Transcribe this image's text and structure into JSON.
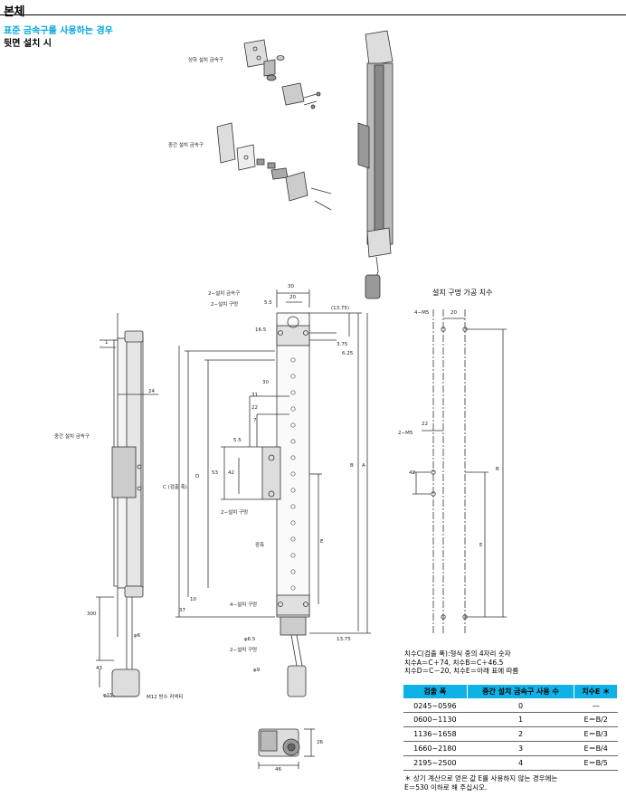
{
  "page": {
    "title": "본체",
    "subtitle": "표준 금속구를 사용하는 경우",
    "section": "뒷면 설치 시"
  },
  "callouts": {
    "top_bracket": "상하 설치 금속구",
    "mid_bracket": "중간 설치 금속구",
    "mid_bracket_side": "중간 설치 금속구",
    "hole_title": "설치 구멍 가공 치수",
    "two_bracket": "2−설치 금속구",
    "two_hole_top": "2−설치 구멍",
    "two_hole_mid": "2−설치 구멍",
    "four_hole": "4−설치 구멍",
    "two_hole_bot": "2−설치 구멍",
    "optical_axis": "광축",
    "detect_width": "C (검출 폭)",
    "connector": "M12 방수 커넥터",
    "m5_four": "4−M5",
    "m5_two": "2−M5"
  },
  "dims": {
    "d30": "30",
    "d20": "20",
    "d5_5": "5.5",
    "d16_5": "16.5",
    "d13_75a": "(13.75)",
    "d3_75": "3.75",
    "d6_25": "6.25",
    "d30b": "30",
    "d31": "31",
    "d22": "22",
    "d7": "7",
    "d5_5b": "5.5",
    "d53": "53",
    "d42": "42",
    "dD": "D",
    "dE": "E",
    "dB": "B",
    "dA": "A",
    "d10": "10",
    "d37": "37",
    "d6_5": "φ6.5",
    "d9": "φ9",
    "d13_75b": "13.75",
    "s1": "1",
    "s24": "24",
    "s300": "300",
    "s6": "φ6",
    "s43": "43",
    "s15": "φ15",
    "h20": "20",
    "h22": "22",
    "h42": "42",
    "hB": "B",
    "hE": "E",
    "c26": "26",
    "c46": "46"
  },
  "notes": {
    "line1": "치수C(검출 폭):형식 중의 4자리 숫자",
    "line2": "치수A＝C＋74, 치수B＝C＋46.5",
    "line3": "치수D＝C－20, 치수E＝아래 표에 따름"
  },
  "table": {
    "headers": [
      "검출 폭",
      "중간 설치 금속구 사용 수",
      "치수E ＊"
    ],
    "rows": [
      [
        "0245~0596",
        "0",
        "—"
      ],
      [
        "0600~1130",
        "1",
        "E＝B/2"
      ],
      [
        "1136~1658",
        "2",
        "E＝B/3"
      ],
      [
        "1660~2180",
        "3",
        "E＝B/4"
      ],
      [
        "2195~2500",
        "4",
        "E＝B/5"
      ]
    ]
  },
  "footnote": {
    "line1": "＊ 상기 계산으로 얻은 값 E를 사용하지 않는 경우에는",
    "line2": "E＝530 이하로 해 주십시오."
  }
}
